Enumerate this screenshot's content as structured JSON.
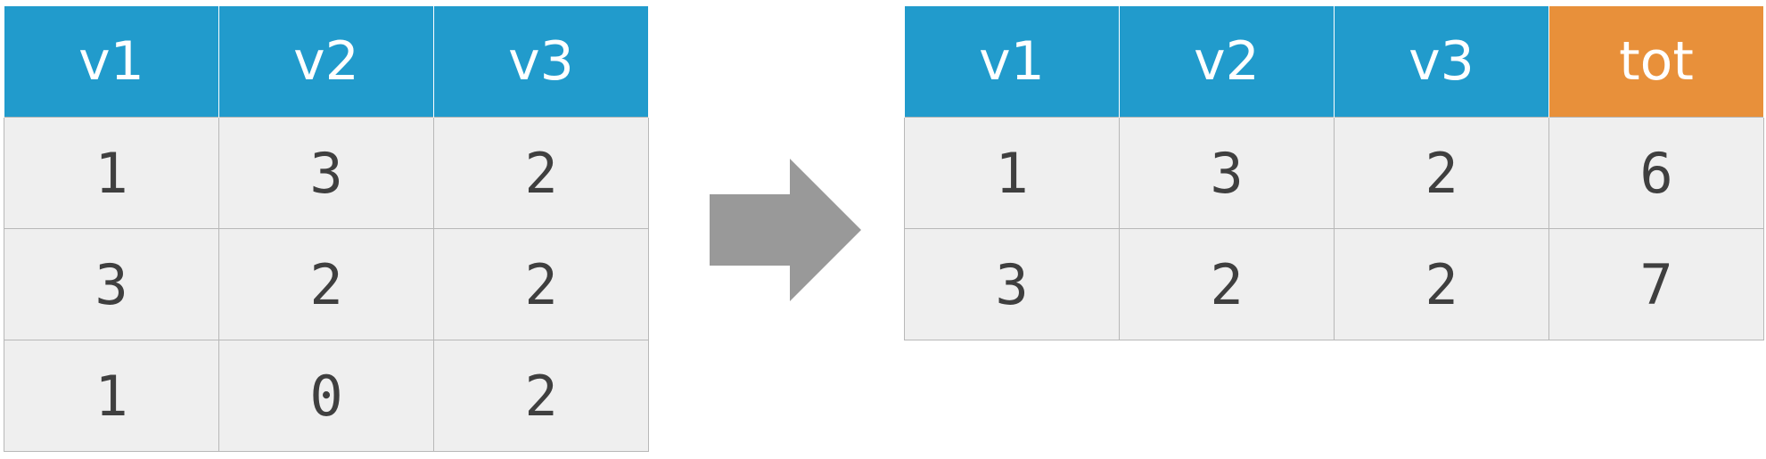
{
  "left_table": {
    "headers": [
      "v1",
      "v2",
      "v3"
    ],
    "rows": [
      [
        "1",
        "3",
        "2"
      ],
      [
        "3",
        "2",
        "2"
      ],
      [
        "1",
        "0",
        "2"
      ]
    ]
  },
  "right_table": {
    "headers": [
      "v1",
      "v2",
      "v3",
      "tot"
    ],
    "rows": [
      [
        "1",
        "3",
        "2",
        "6"
      ],
      [
        "3",
        "2",
        "2",
        "7"
      ]
    ]
  },
  "colors": {
    "header_blue": "#219bcc",
    "header_orange": "#e8903a",
    "cell_background": "#efefef",
    "arrow": "#999999"
  },
  "icons": {
    "arrow": "right-arrow-icon"
  }
}
